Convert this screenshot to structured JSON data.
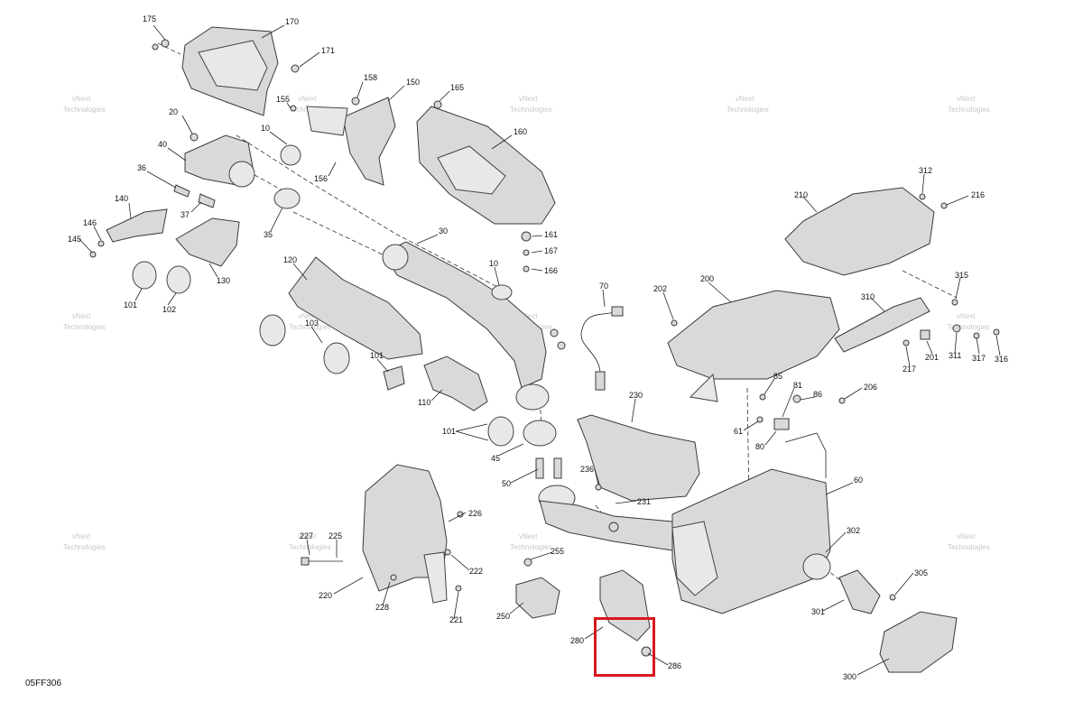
{
  "figure_id": "05FF306",
  "watermark": {
    "line1": "vNext",
    "line2": "Technologies"
  },
  "highlight": {
    "color": "#d8171c",
    "target_callout": "280"
  },
  "callouts": [
    "175",
    "170",
    "171",
    "158",
    "150",
    "165",
    "155",
    "20",
    "10",
    "156",
    "160",
    "40",
    "36",
    "37",
    "140",
    "146",
    "145",
    "130",
    "35",
    "30",
    "161",
    "167",
    "166",
    "120",
    "101",
    "102",
    "10b",
    "70",
    "103",
    "101b",
    "110",
    "101c",
    "45",
    "50",
    "236",
    "230",
    "231",
    "226",
    "222",
    "221",
    "228",
    "220",
    "227",
    "225",
    "255",
    "250",
    "280",
    "286",
    "210",
    "312",
    "216",
    "202",
    "200",
    "315",
    "310",
    "217",
    "201",
    "311",
    "317",
    "316",
    "85",
    "81",
    "86",
    "206",
    "61",
    "80",
    "60",
    "302",
    "305",
    "301",
    "300"
  ],
  "callout_text": {
    "c175": "175",
    "c170": "170",
    "c171": "171",
    "c158": "158",
    "c150": "150",
    "c165": "165",
    "c155": "155",
    "c20": "20",
    "c10a": "10",
    "c156": "156",
    "c160": "160",
    "c40": "40",
    "c36": "36",
    "c37": "37",
    "c140": "140",
    "c146": "146",
    "c145": "145",
    "c130": "130",
    "c35": "35",
    "c30": "30",
    "c161": "161",
    "c167": "167",
    "c166": "166",
    "c120": "120",
    "c101a": "101",
    "c102": "102",
    "c10b": "10",
    "c70": "70",
    "c103": "103",
    "c101b": "101",
    "c110": "110",
    "c101c": "101",
    "c45": "45",
    "c50": "50",
    "c236": "236",
    "c230": "230",
    "c231": "231",
    "c226": "226",
    "c222": "222",
    "c221": "221",
    "c228": "228",
    "c220": "220",
    "c227": "227",
    "c225": "225",
    "c255": "255",
    "c250": "250",
    "c280": "280",
    "c286": "286",
    "c210": "210",
    "c312": "312",
    "c216": "216",
    "c202": "202",
    "c200": "200",
    "c315": "315",
    "c310": "310",
    "c217": "217",
    "c201": "201",
    "c311": "311",
    "c317": "317",
    "c316": "316",
    "c85": "85",
    "c81": "81",
    "c86": "86",
    "c206": "206",
    "c61": "61",
    "c80": "80",
    "c60": "60",
    "c302": "302",
    "c305": "305",
    "c301": "301",
    "c300": "300"
  }
}
